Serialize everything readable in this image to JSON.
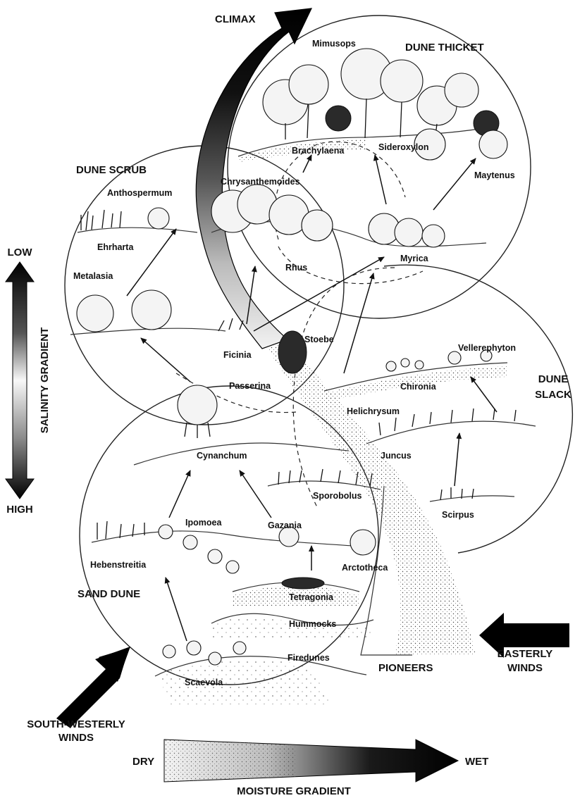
{
  "zones": {
    "dune_thicket": "DUNE THICKET",
    "dune_scrub": "DUNE SCRUB",
    "dune_slack_1": "DUNE",
    "dune_slack_2": "SLACK",
    "sand_dune": "SAND DUNE",
    "pioneers": "PIONEERS",
    "climax": "CLIMAX"
  },
  "species": {
    "mimusops": "Mimusops",
    "brachylaena": "Brachylaena",
    "sideroxylon": "Sideroxylon",
    "maytenus": "Maytenus",
    "chrysanthemoides": "Chrysanthemoides",
    "rhus": "Rhus",
    "myrica": "Myrica",
    "anthospermum": "Anthospermum",
    "ehrharta": "Ehrharta",
    "metalasia": "Metalasia",
    "ficinia": "Ficinia",
    "stoebe": "Stoebe",
    "passerina": "Passerina",
    "vellerephyton": "Vellerephyton",
    "chironia": "Chironia",
    "helichrysum": "Helichrysum",
    "juncus": "Juncus",
    "cynanchum": "Cynanchum",
    "sporobolus": "Sporobolus",
    "scirpus": "Scirpus",
    "ipomoea": "Ipomoea",
    "gazania": "Gazania",
    "hebenstreitia": "Hebenstreitia",
    "arctotheca": "Arctotheca",
    "tetragonia": "Tetragonia",
    "hummocks": "Hummocks",
    "firedunes": "Firedunes",
    "scaevola": "Scaevola"
  },
  "gradients": {
    "salinity_low": "LOW",
    "salinity_title": "SALINITY GRADIENT",
    "salinity_high": "HIGH",
    "moisture_dry": "DRY",
    "moisture_wet": "WET",
    "moisture_title": "MOISTURE GRADIENT"
  },
  "winds": {
    "south_westerly_1": "SOUTH-WESTERLY",
    "south_westerly_2": "WINDS",
    "easterly_1": "EASTERLY",
    "easterly_2": "WINDS"
  }
}
